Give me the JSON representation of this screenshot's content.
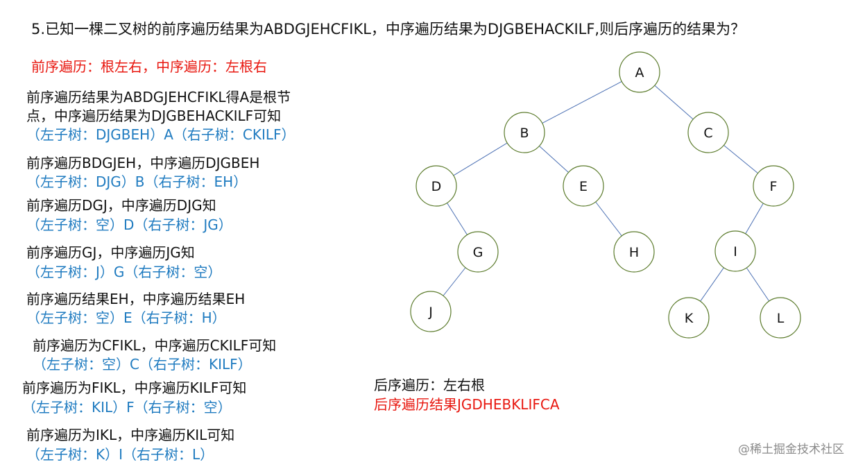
{
  "question": "5.已知一棵二叉树的前序遍历结果为ABDGJEHCFIKL，中序遍历结果为DJGBEHACKILF,则后序遍历的结果为？",
  "rule": "前序遍历：根左右，中序遍历：左根右",
  "steps": [
    {
      "line1": "前序遍历结果为ABDGJEHCFIKL得A是根节",
      "line2": "点，中序遍历结果为DJGBEHACKILF可知",
      "split": "（左子树：DJGBEH）A（右子树：CKILF）"
    },
    {
      "line1": "前序遍历BDGJEH，中序遍历DJGBEH",
      "split": "（左子树：DJG）B（右子树：EH）"
    },
    {
      "line1": "前序遍历DGJ，中序遍历DJG知",
      "split": "（左子树：空）D（右子树：JG）"
    },
    {
      "line1": "前序遍历GJ，中序遍历JG知",
      "split": "（左子树：J）G（右子树：空）"
    },
    {
      "line1": "前序遍历结果EH，中序遍历结果EH",
      "split": "（左子树：空）E（右子树：H）"
    },
    {
      "line1": "前序遍历为CFIKL，中序遍历CKILF可知",
      "split": "（左子树：空）C（右子树：KILF）"
    },
    {
      "line1": "前序遍历为FIKL，中序遍历KILF可知",
      "split": "（左子树：KIL）F（右子树：空）"
    },
    {
      "line1": "前序遍历为IKL，中序遍历KIL可知",
      "split": "（左子树：K）I（右子树：L）"
    }
  ],
  "postorder_rule": "后序遍历：左右根",
  "postorder_result": "后序遍历结果JGDHEBKLIFCA",
  "watermark": "@稀土掘金技术社区",
  "tree": {
    "nodes": [
      "A",
      "B",
      "C",
      "D",
      "E",
      "F",
      "G",
      "H",
      "I",
      "J",
      "K",
      "L"
    ],
    "edges": [
      [
        "A",
        "B"
      ],
      [
        "A",
        "C"
      ],
      [
        "B",
        "D"
      ],
      [
        "B",
        "E"
      ],
      [
        "C",
        "F"
      ],
      [
        "D",
        "G"
      ],
      [
        "E",
        "H"
      ],
      [
        "F",
        "I"
      ],
      [
        "G",
        "J"
      ],
      [
        "I",
        "K"
      ],
      [
        "I",
        "L"
      ]
    ]
  },
  "colors": {
    "rule": "#e8170f",
    "split": "#1f7bc0",
    "text": "#111111",
    "node_stroke": "#5a7a2a",
    "edge": "#4a6fb3"
  }
}
